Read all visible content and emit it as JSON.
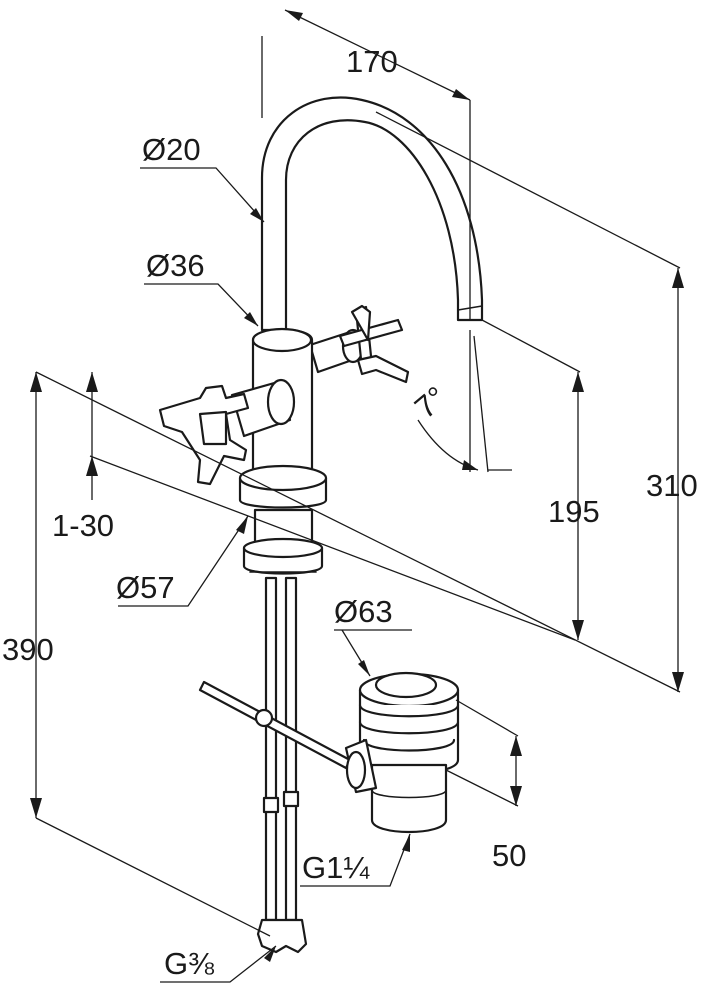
{
  "dimensions": {
    "spout_reach": "170",
    "spout_diameter": "Ø20",
    "body_diameter": "Ø36",
    "spout_angle": "7°",
    "outlet_height": "195",
    "overall_height": "310",
    "deck_thickness": "1-30",
    "base_diameter": "Ø57",
    "total_length": "390",
    "waste_diameter": "Ø63",
    "waste_thread": "G1¼",
    "waste_height": "50",
    "supply_thread": "G⅜"
  }
}
